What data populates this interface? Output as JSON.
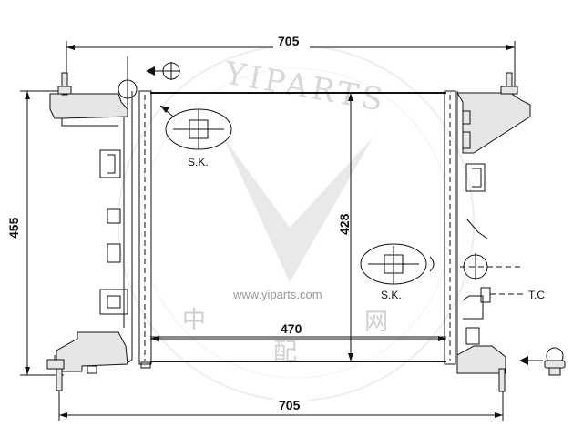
{
  "dimensions": {
    "top_width": "705",
    "bottom_width": "705",
    "height_left": "455",
    "core_height": "428",
    "core_width": "470"
  },
  "labels": {
    "sensor_left": "S.K.",
    "sensor_right": "S.K.",
    "temperature_port": "T.C"
  },
  "watermark": {
    "brand": "YIPARTS",
    "url": "www.yiparts.com",
    "cjk": [
      "中",
      "配",
      "网"
    ]
  }
}
